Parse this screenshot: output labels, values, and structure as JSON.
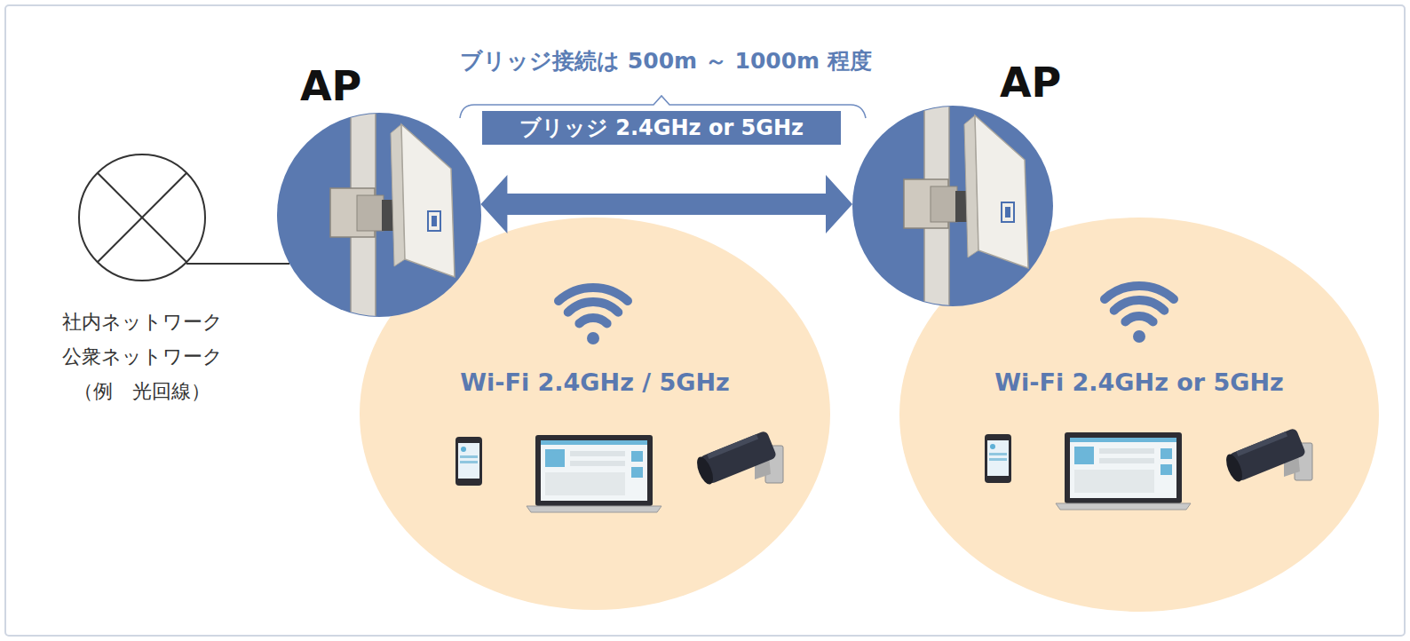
{
  "diagram": {
    "nodes": [
      {
        "text": [
          "社内ネットワーク 公衆ネットワーク （例　光回線）"
        ]
      },
      {
        "text": [
          "AP"
        ]
      },
      {
        "text": [
          "ブリッジ 2.4GHz or 5GHz"
        ]
      },
      {
        "text": [
          "AP"
        ]
      },
      {
        "text": [
          "Wi-Fi 2.4GHz / 5GHz"
        ]
      },
      {
        "text": [
          "Wi-Fi 2.4GHz or 5GHz"
        ]
      }
    ],
    "edges": [
      {
        "from": 0,
        "to": 1,
        "arrow": "none"
      },
      {
        "from": 1,
        "to": 3,
        "arrow": "both"
      }
    ],
    "labels": [
      "ブリッジ接続は 500m ～ 1000m 程度"
    ]
  }
}
